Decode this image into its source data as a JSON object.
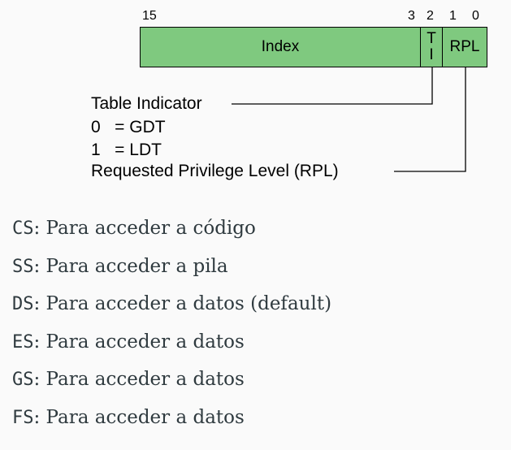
{
  "selector": {
    "bit_numbers": [
      "15",
      "3",
      "2",
      "1",
      "0"
    ],
    "fields": {
      "index": "Index",
      "ti": "TI",
      "rpl": "RPL"
    },
    "annotations": {
      "table_indicator_title": "Table Indicator",
      "gdt_line": "0   = GDT",
      "ldt_line": "1   = LDT",
      "rpl_title": "Requested Privilege Level (RPL)"
    }
  },
  "segments": [
    {
      "reg": "CS",
      "desc": ": Para acceder a código"
    },
    {
      "reg": "SS",
      "desc": ": Para acceder a pila"
    },
    {
      "reg": "DS",
      "desc": ": Para acceder a datos (default)"
    },
    {
      "reg": "ES",
      "desc": ": Para acceder a datos"
    },
    {
      "reg": "GS",
      "desc": ": Para acceder a datos"
    },
    {
      "reg": "FS",
      "desc": ": Para acceder a datos"
    }
  ]
}
